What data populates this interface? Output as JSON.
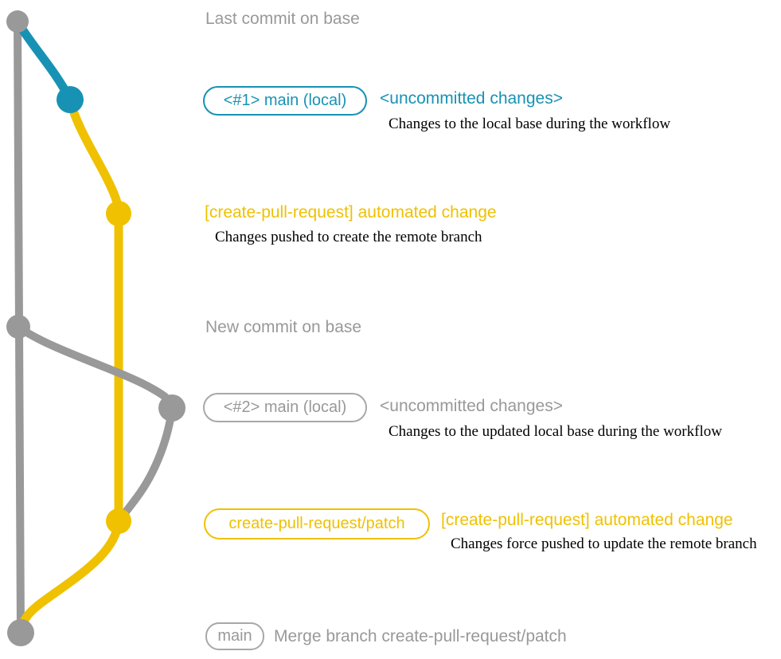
{
  "colors": {
    "blue": "#1792b4",
    "yellow": "#efc100",
    "gray": "#999999",
    "pill_gray_border": "#a8a8a8",
    "desc_text": "#000000",
    "background": "#ffffff"
  },
  "annotations": {
    "last_commit": {
      "text": "Last commit on base"
    },
    "row1": {
      "pill": "<#1> main (local)",
      "title": "<uncommitted changes>",
      "desc": "Changes to the local base during the workflow"
    },
    "row2": {
      "title": "[create-pull-request] automated change",
      "desc": "Changes pushed to create the remote branch"
    },
    "new_commit": {
      "text": "New commit on base"
    },
    "row3": {
      "pill": "<#2> main (local)",
      "title": "<uncommitted changes>",
      "desc": "Changes to the updated local base during the workflow"
    },
    "row4": {
      "pill": "create-pull-request/patch",
      "title": "[create-pull-request] automated change",
      "desc": "Changes force pushed to update the remote branch"
    },
    "merge": {
      "pill": "main",
      "text": "Merge branch create-pull-request/patch"
    }
  },
  "graph": {
    "nodes": [
      {
        "name": "commit-base-top",
        "branch": "base",
        "color_key": "gray"
      },
      {
        "name": "commit-uncommitted-1",
        "branch": "main-local",
        "color_key": "blue"
      },
      {
        "name": "commit-automated-change-1",
        "branch": "create-pull-request/patch",
        "color_key": "yellow"
      },
      {
        "name": "commit-base-new",
        "branch": "base",
        "color_key": "gray"
      },
      {
        "name": "commit-uncommitted-2",
        "branch": "main-local",
        "color_key": "gray"
      },
      {
        "name": "commit-automated-change-2",
        "branch": "create-pull-request/patch",
        "color_key": "yellow"
      },
      {
        "name": "commit-merge",
        "branch": "base",
        "color_key": "gray"
      }
    ]
  }
}
